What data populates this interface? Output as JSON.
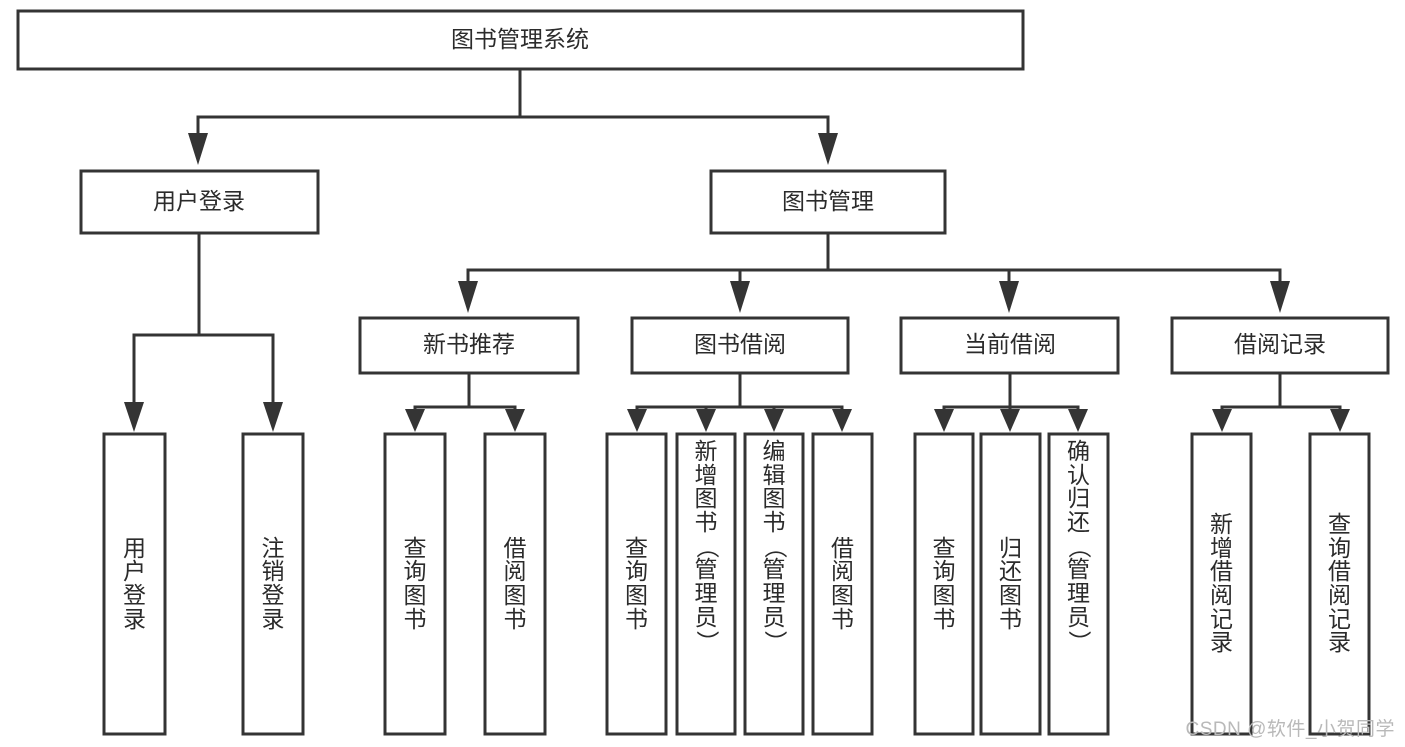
{
  "diagram": {
    "title_text": "图书管理系统",
    "type": "hierarchy-tree",
    "orientation": "top-down",
    "box_fill": "#ffffff",
    "line_color": "#343434",
    "text_color": "#2b2b2b",
    "background": "#ffffff"
  },
  "root": {
    "label": "图书管理系统"
  },
  "level2": [
    {
      "label": "用户登录"
    },
    {
      "label": "图书管理"
    }
  ],
  "level3": [
    {
      "label": "新书推荐"
    },
    {
      "label": "图书借阅"
    },
    {
      "label": "当前借阅"
    },
    {
      "label": "借阅记录"
    }
  ],
  "leaves": {
    "user_login": [
      {
        "label": "用户登录"
      },
      {
        "label": "注销登录"
      }
    ],
    "new_book_recommend": [
      {
        "label": "查询图书"
      },
      {
        "label": "借阅图书"
      }
    ],
    "book_borrow": [
      {
        "label": "查询图书"
      },
      {
        "label": "新增图书（管理员）"
      },
      {
        "label": "编辑图书（管理员）"
      },
      {
        "label": "借阅图书"
      }
    ],
    "current_borrow": [
      {
        "label": "查询图书"
      },
      {
        "label": "归还图书"
      },
      {
        "label": "确认归还（管理员）"
      }
    ],
    "borrow_record": [
      {
        "label": "新增借阅记录"
      },
      {
        "label": "查询借阅记录"
      }
    ]
  },
  "watermark": {
    "text": "CSDN @软件_小贺同学"
  }
}
